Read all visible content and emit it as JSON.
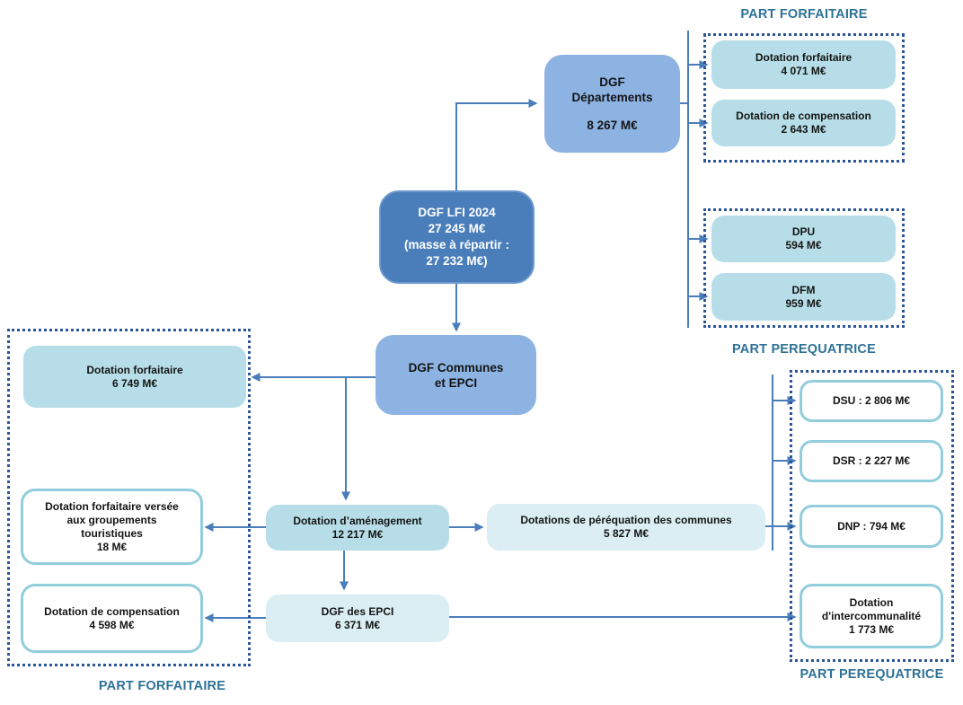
{
  "colors": {
    "primary_box": "#4a7ebb",
    "secondary_box": "#8db3e2",
    "light_box": "#b7dee8",
    "pale_box": "#daeef3",
    "white_box_border": "#92cddc",
    "dotted_border": "#2b5597",
    "connector": "#4a7ebb",
    "section_label": "#2e7296"
  },
  "section_labels": {
    "part_forfaitaire": "PART FORFAITAIRE",
    "part_perequatrice": "PART PEREQUATRICE"
  },
  "nodes": {
    "dgf_lfi": {
      "lines": [
        "DGF LFI 2024",
        "27 245 M€",
        "(masse à répartir :",
        "27 232 M€)"
      ]
    },
    "dgf_departements": {
      "lines": [
        "DGF",
        "Départements",
        "8 267 M€"
      ]
    },
    "dep_dotation_forfaitaire": {
      "lines": [
        "Dotation forfaitaire",
        "4 071 M€"
      ]
    },
    "dep_dotation_compensation": {
      "lines": [
        "Dotation de compensation",
        "2 643 M€"
      ]
    },
    "dpu": {
      "lines": [
        "DPU",
        "594 M€"
      ]
    },
    "dfm": {
      "lines": [
        "DFM",
        "959 M€"
      ]
    },
    "dgf_communes_epci": {
      "lines": [
        "DGF Communes",
        "et EPCI"
      ]
    },
    "com_dotation_forfaitaire": {
      "lines": [
        "Dotation forfaitaire",
        "6 749 M€"
      ]
    },
    "dotation_groupements_touristiques": {
      "lines": [
        "Dotation forfaitaire versée",
        "aux groupements",
        "touristiques",
        "18 M€"
      ]
    },
    "com_dotation_compensation": {
      "lines": [
        "Dotation de compensation",
        "4 598 M€"
      ]
    },
    "dotation_amenagement": {
      "lines": [
        "Dotation d’aménagement",
        "12 217 M€"
      ]
    },
    "dotations_perequation_communes": {
      "lines": [
        "Dotations de péréquation des communes",
        "5 827 M€"
      ]
    },
    "dgf_des_epci": {
      "lines": [
        "DGF des EPCI",
        "6 371 M€"
      ]
    },
    "dsu": {
      "lines": [
        "DSU : 2 806 M€"
      ]
    },
    "dsr": {
      "lines": [
        "DSR : 2 227 M€"
      ]
    },
    "dnp": {
      "lines": [
        "DNP : 794 M€"
      ]
    },
    "dotation_intercommunalite": {
      "lines": [
        "Dotation",
        "d'intercommunalité",
        "1 773 M€"
      ]
    }
  }
}
